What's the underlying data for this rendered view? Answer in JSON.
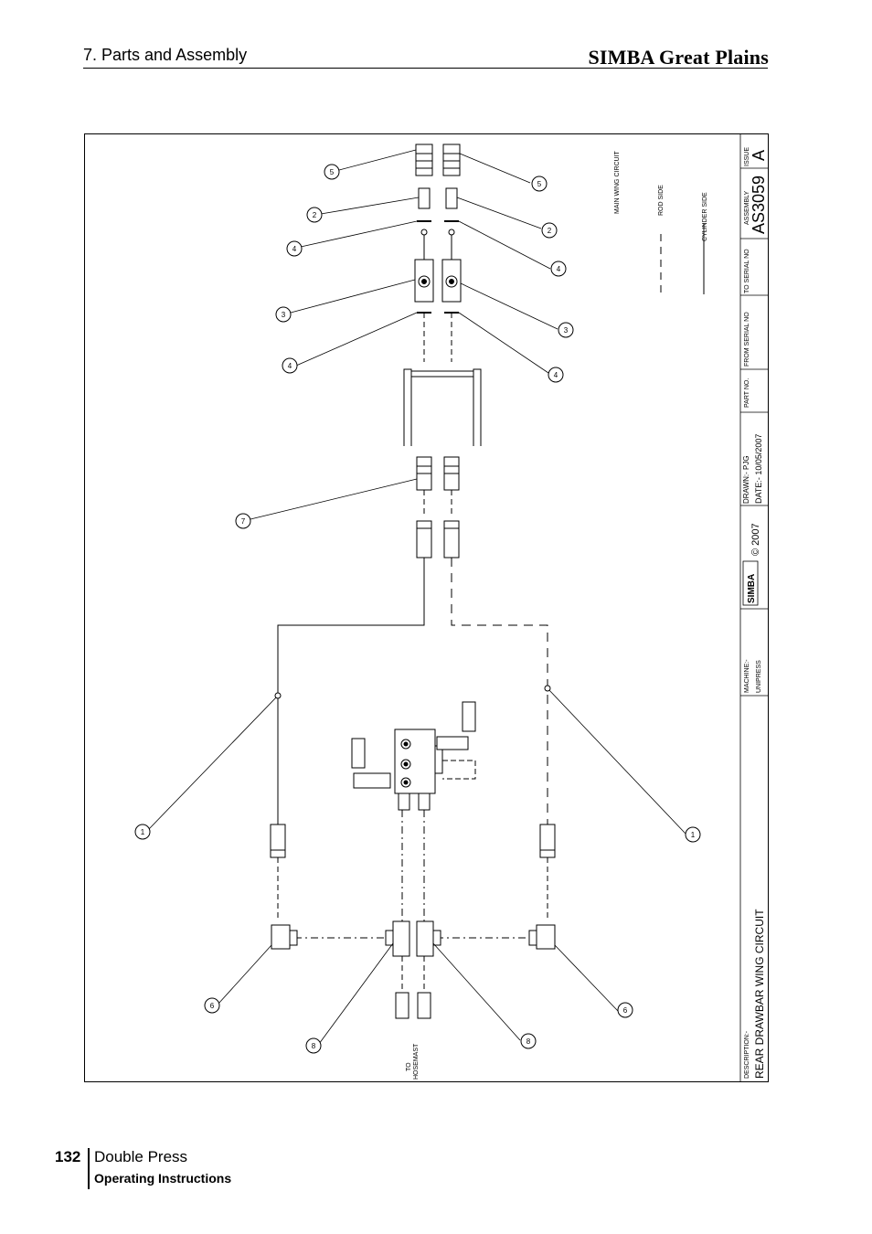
{
  "header": {
    "section": "7. Parts and Assembly",
    "brand": "SIMBA Great Plains"
  },
  "footer": {
    "page_number": "132",
    "title": "Double Press",
    "subtitle": "Operating Instructions"
  },
  "drawing": {
    "legend": {
      "title": "MAIN WING CIRCUIT",
      "rod_side": "ROD SIDE",
      "cylinder_side": "CYLINDER SIDE"
    },
    "to_hosemast": [
      "TO",
      "HOSEMAST"
    ],
    "title_block": {
      "issue_label": "ISSUE",
      "issue": "A",
      "assembly_label": "ASSEMBLY",
      "assembly": "AS3059",
      "to_serial_label": "TO SERIAL NO",
      "from_serial_label": "FROM SERIAL NO",
      "part_no_label": "PART NO.",
      "drawn": "DRAWN:- PJG",
      "date": "DATE:- 10/05/2007",
      "logo": "SIMBA",
      "copyright": "© 2007",
      "machine_label": "MACHINE:-",
      "machine": "UNIPRESS",
      "description_label": "DESCRIPTION:-",
      "description": "REAR DRAWBAR WING CIRCUIT"
    },
    "balloons": [
      "1",
      "2",
      "3",
      "4",
      "5",
      "6",
      "7",
      "8"
    ]
  }
}
